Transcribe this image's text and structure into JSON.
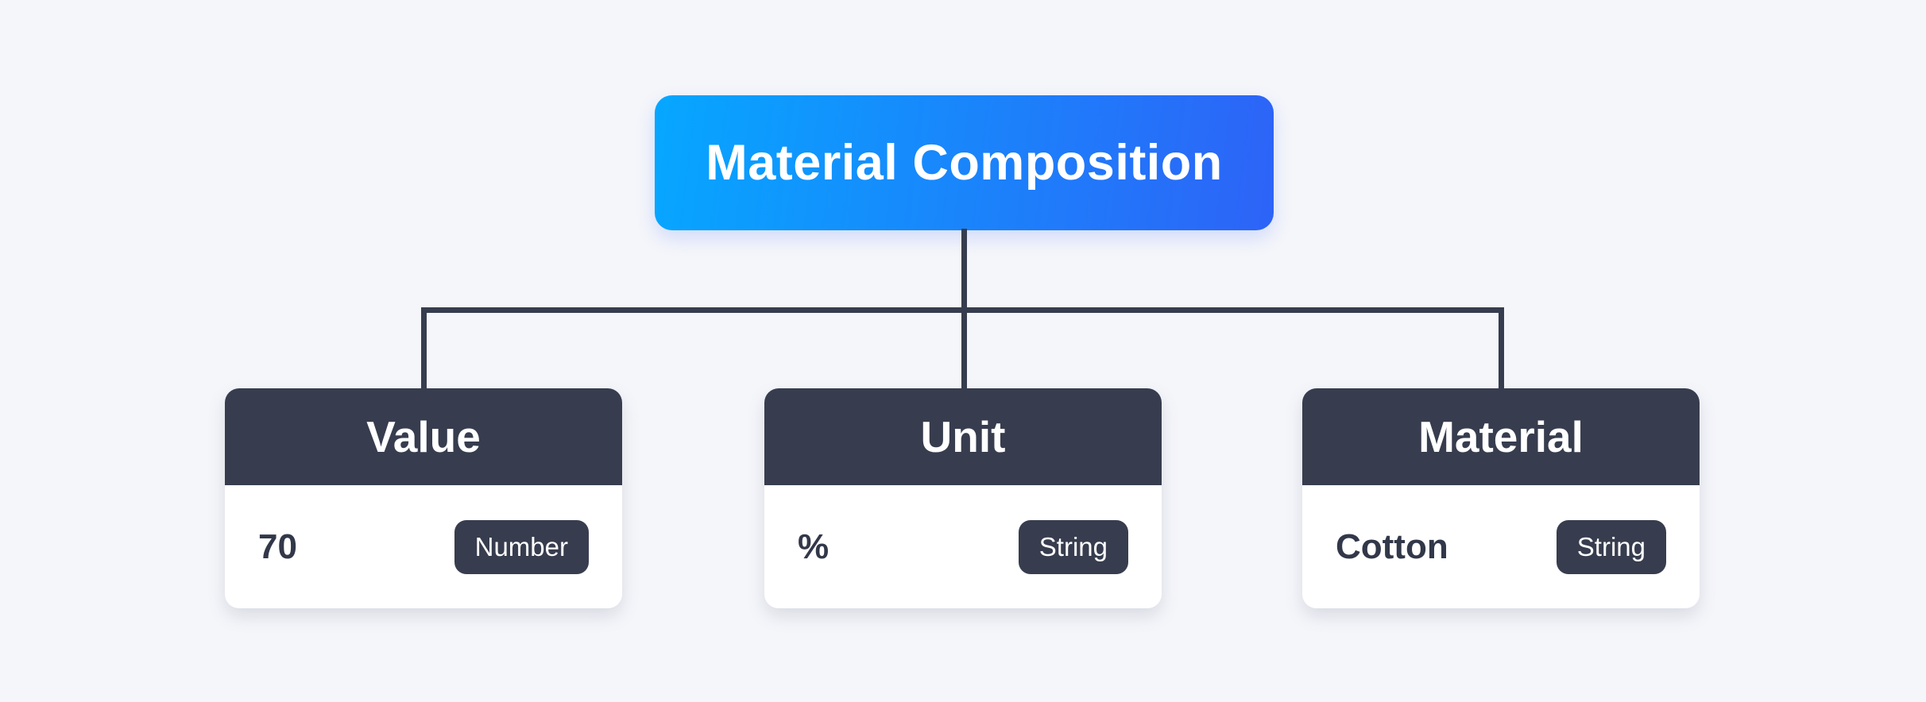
{
  "diagram": {
    "root": {
      "label": "Material Composition"
    },
    "nodes": [
      {
        "title": "Value",
        "value": "70",
        "type": "Number"
      },
      {
        "title": "Unit",
        "value": "%",
        "type": "String"
      },
      {
        "title": "Material",
        "value": "Cotton",
        "type": "String"
      }
    ],
    "colors": {
      "background": "#f5f6fa",
      "root_gradient_start": "#06a7ff",
      "root_gradient_end": "#2d63f7",
      "node_header": "#373d4e",
      "type_badge": "#373d4e",
      "connector": "#363d4e",
      "card_body": "#ffffff",
      "value_text": "#323849",
      "text_on_dark": "#ffffff"
    }
  }
}
